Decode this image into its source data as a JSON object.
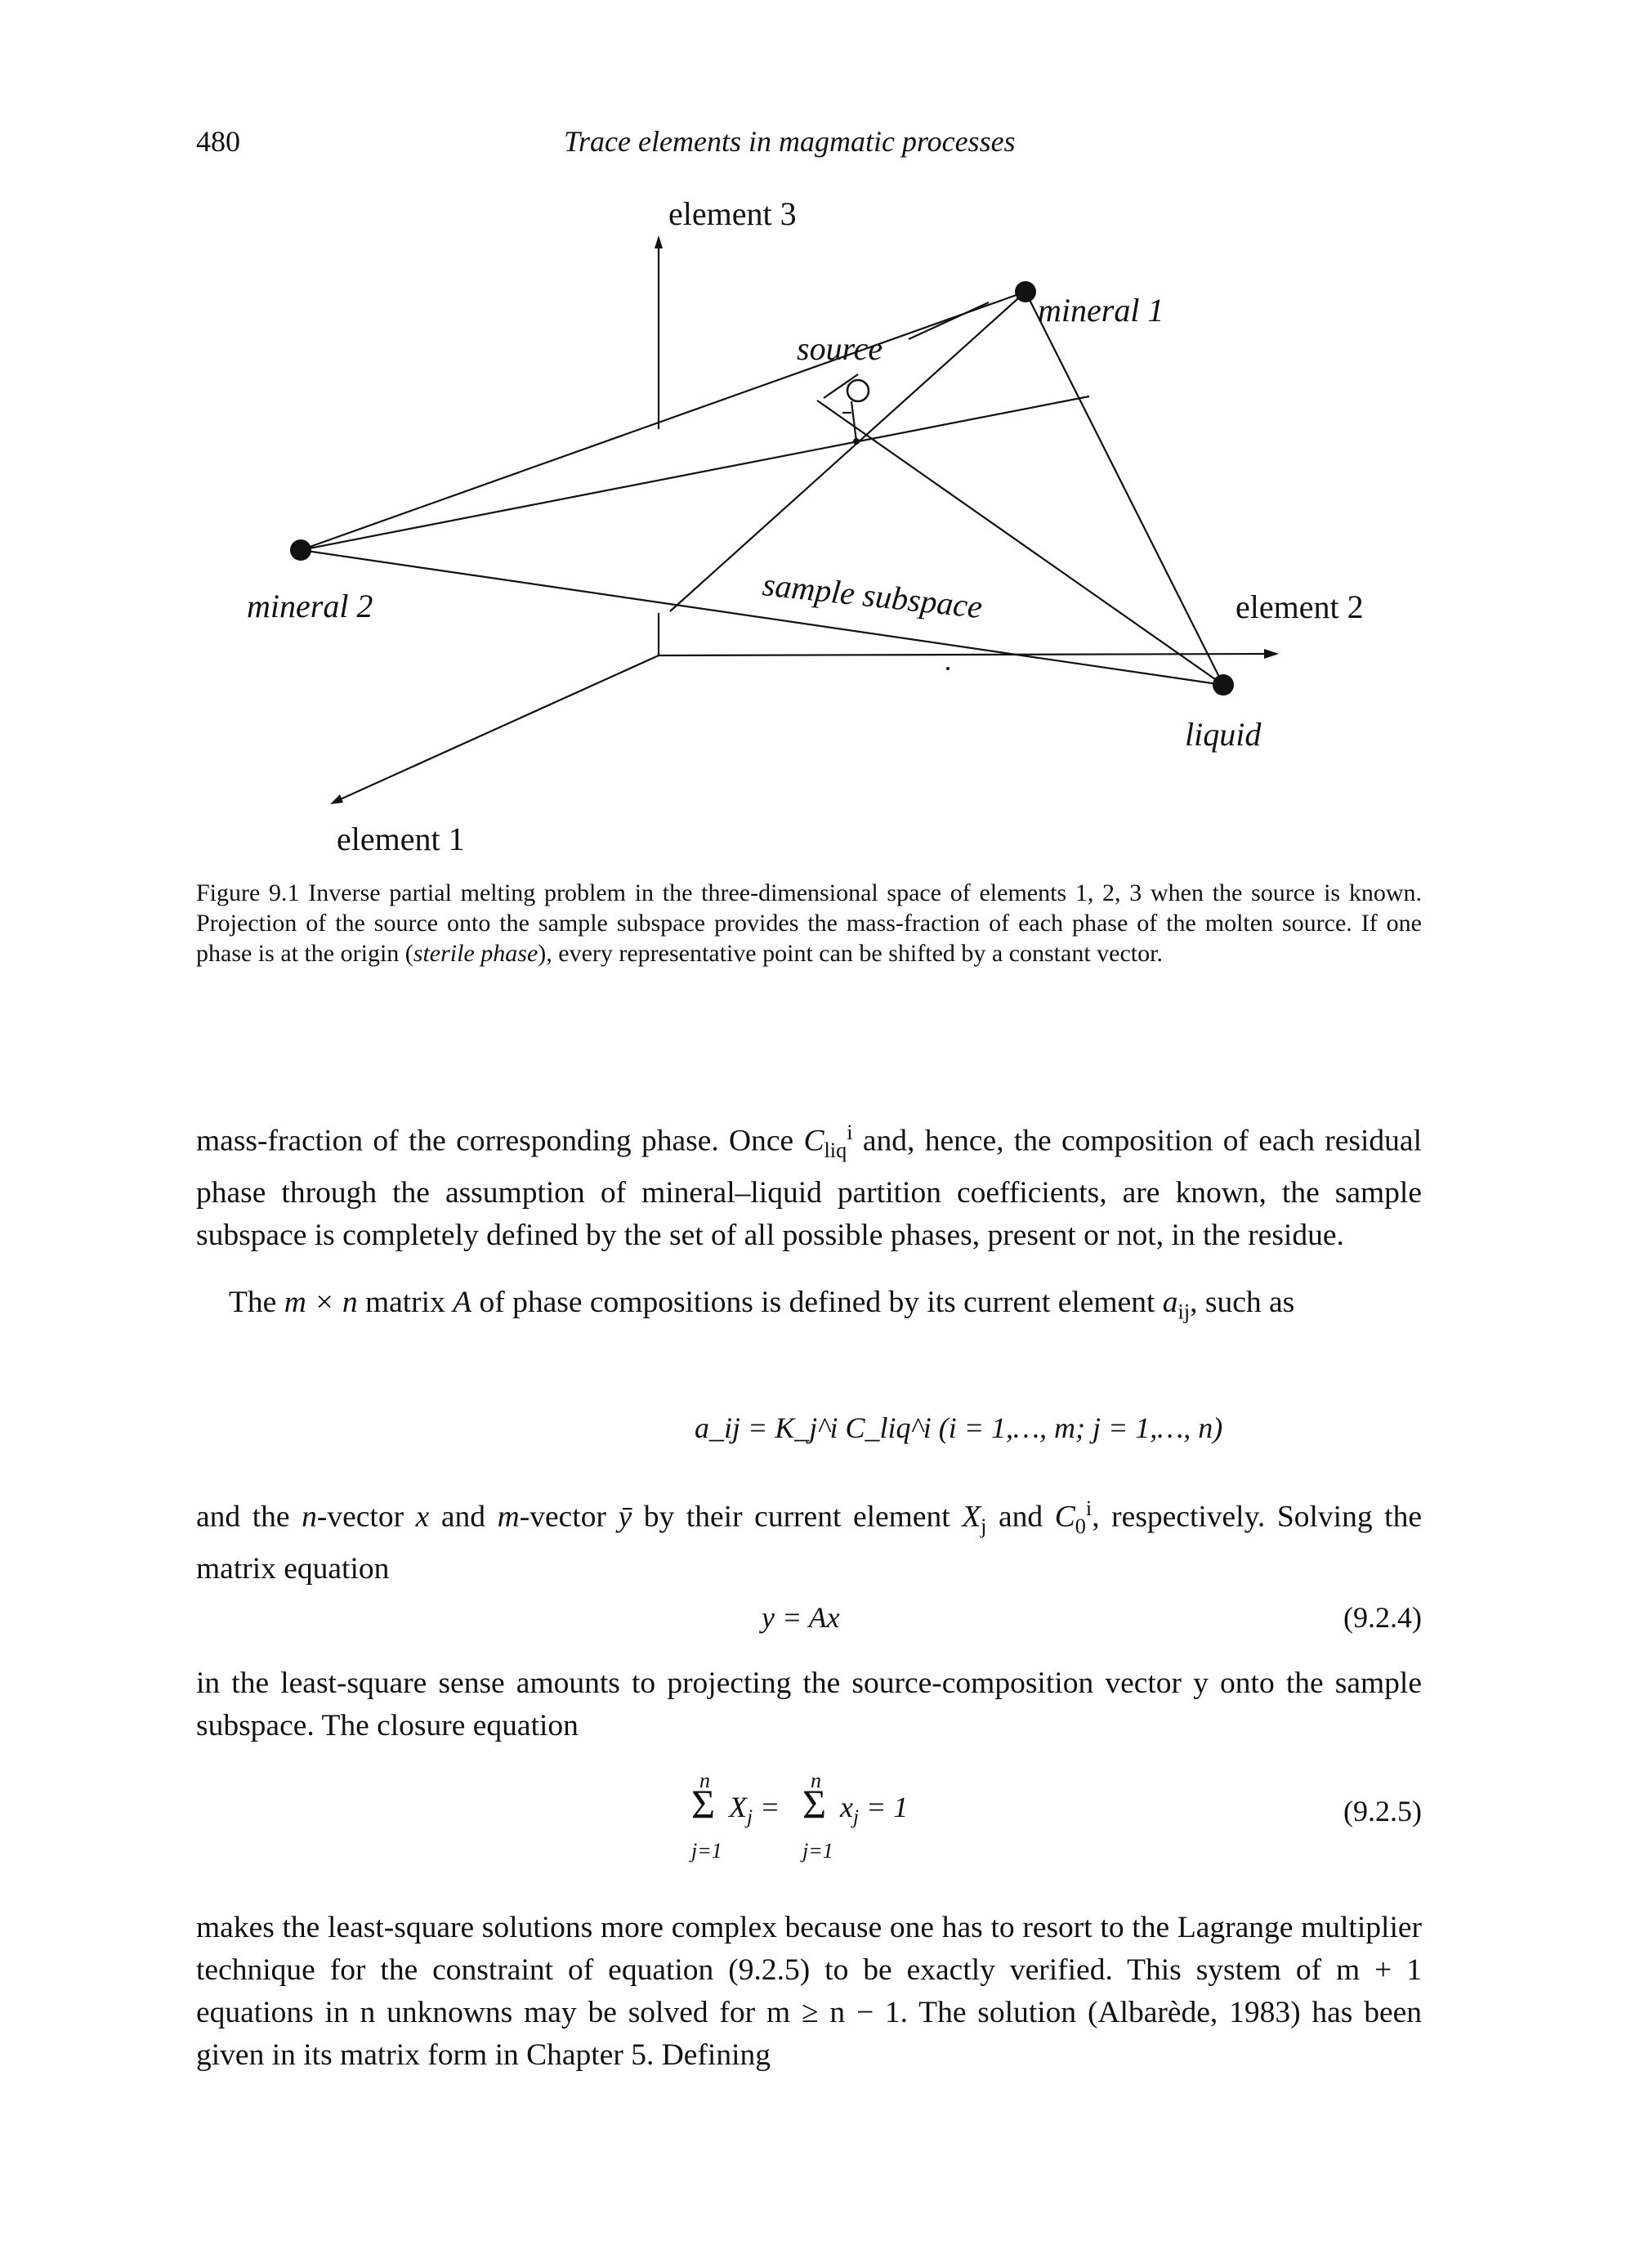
{
  "header": {
    "page_number": "480",
    "running_title": "Trace elements in magmatic processes"
  },
  "figure": {
    "labels": {
      "element3": "element 3",
      "element2": "element 2",
      "element1": "element 1",
      "mineral1": "mineral 1",
      "mineral2": "mineral 2",
      "source": "source",
      "liquid": "liquid",
      "sample_subspace": "sample subspace"
    },
    "caption": {
      "lead": "Figure 9.1 Inverse partial melting problem in the three-dimensional space of elements 1, 2, 3 when the source is known. Projection of the source onto the sample subspace provides the mass-fraction of each phase of the molten source. If one phase is at the origin (",
      "italic": "sterile phase",
      "tail": "), every representative point can be shifted by a constant vector."
    }
  },
  "body": {
    "p1_a": "mass-fraction of the corresponding phase. Once ",
    "p1_var": "C",
    "p1_sub": "liq",
    "p1_sup": "i",
    "p1_b": " and, hence, the composition of each residual phase through the assumption of mineral–liquid partition coefficients, are known, the sample subspace is completely defined by the set of all possible phases, present or not, in the residue.",
    "p2_a": "The ",
    "p2_mxn": "m × n",
    "p2_b": " matrix ",
    "p2_A": "A",
    "p2_c": " of phase compositions is defined by its current element ",
    "p2_aij": "a",
    "p2_aij_sub": "ij",
    "p2_d": ", such as",
    "eq1": "a_ij = K_j^i C_liq^i (i = 1,…, m; j = 1,…, n)",
    "p3_a": "and the ",
    "p3_n": "n",
    "p3_b": "-vector ",
    "p3_x": "x",
    "p3_c": " and ",
    "p3_m": "m",
    "p3_d": "-vector ",
    "p3_y": "ȳ",
    "p3_e": " by their current element ",
    "p3_X": "X",
    "p3_X_sub": "j",
    "p3_f": " and ",
    "p3_C": "C",
    "p3_C_sub": "0",
    "p3_C_sup": "i",
    "p3_g": ", respectively. Solving the matrix equation",
    "eq2": "y = Ax",
    "eq2_num": "(9.2.4)",
    "p4": "in the least-square sense amounts to projecting the source-composition vector y onto the sample subspace. The closure equation",
    "eq3_num": "(9.2.5)",
    "p5": "makes the least-square solutions more complex because one has to resort to the Lagrange multiplier technique for the constraint of equation (9.2.5) to be exactly verified. This system of m + 1 equations in n unknowns may be solved for m ≥ n − 1. The solution (Albarède, 1983) has been given in its matrix form in Chapter 5. Defining"
  }
}
